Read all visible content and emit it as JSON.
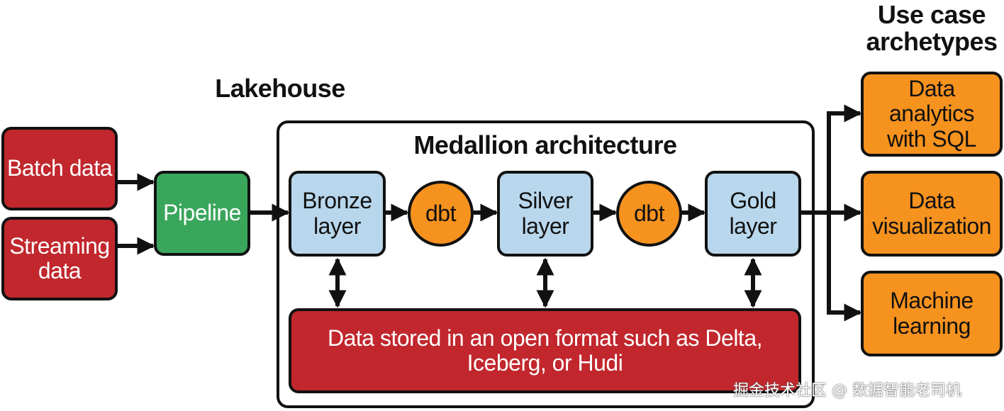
{
  "headings": {
    "lakehouse": "Lakehouse",
    "medallion": "Medallion architecture",
    "use_cases": "Use case\narchetypes"
  },
  "sources": {
    "batch": "Batch data",
    "streaming": "Streaming\ndata"
  },
  "pipeline": "Pipeline",
  "layers": {
    "bronze": "Bronze\nlayer",
    "silver": "Silver\nlayer",
    "gold": "Gold\nlayer"
  },
  "transforms": {
    "dbt_1": "dbt",
    "dbt_2": "dbt"
  },
  "storage": "Data stored in an open format such as Delta,\nIceberg, or Hudi",
  "use_cases": {
    "analytics": "Data analytics\nwith SQL",
    "visualization": "Data\nvisualization",
    "ml": "Machine\nlearning"
  },
  "watermark": "掘金技术社区 @ 数据智能老司机",
  "colors": {
    "source_red": "#c1272d",
    "pipeline_green": "#3aa65c",
    "layer_blue": "#b9d7ec",
    "dbt_orange": "#f6921e",
    "use_case_orange": "#f6921e",
    "outline": "#111111"
  }
}
